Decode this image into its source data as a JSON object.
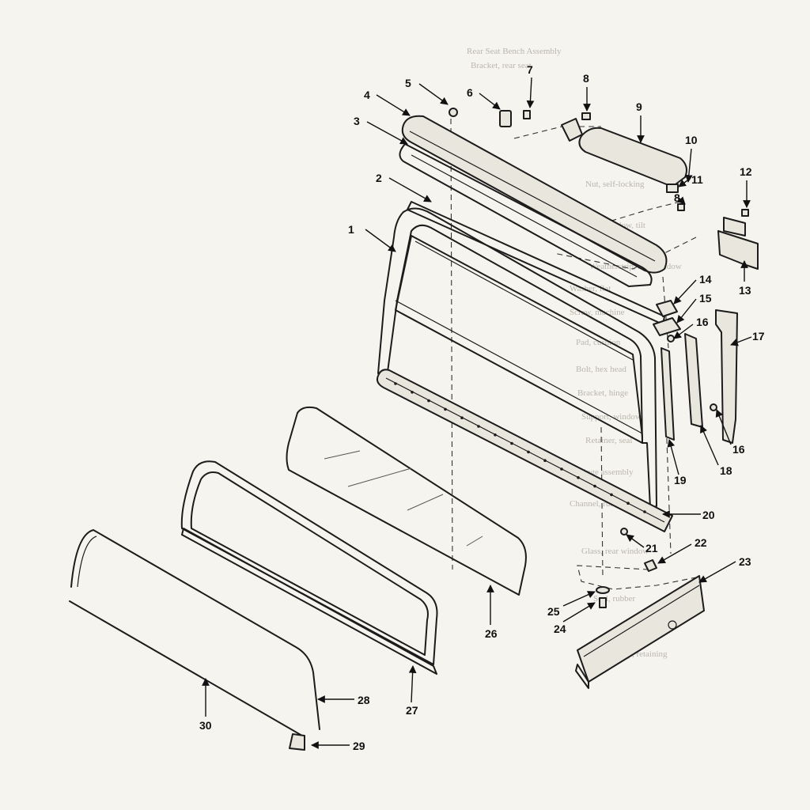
{
  "figure": {
    "ghost_text": [
      "Rear Seat Bench Assembly",
      "Bracket, rear seat",
      "Nut, self-locking",
      "Rear window, tilt",
      "Weatherstrip, rear window",
      "Washer, flat",
      "Screw, machine",
      "Pad, cushion",
      "Bolt, hex head",
      "Bracket, hinge",
      "Support, window",
      "Retainer, seal",
      "Hinge assembly",
      "Channel, run",
      "Glass, rear window",
      "Seal, rubber",
      "Clip, retaining"
    ],
    "callouts": [
      "1",
      "2",
      "3",
      "4",
      "5",
      "6",
      "7",
      "8",
      "8",
      "9",
      "10",
      "11",
      "12",
      "13",
      "14",
      "15",
      "16",
      "16",
      "17",
      "18",
      "19",
      "20",
      "21",
      "22",
      "23",
      "24",
      "25",
      "26",
      "27",
      "28",
      "29",
      "30"
    ]
  }
}
